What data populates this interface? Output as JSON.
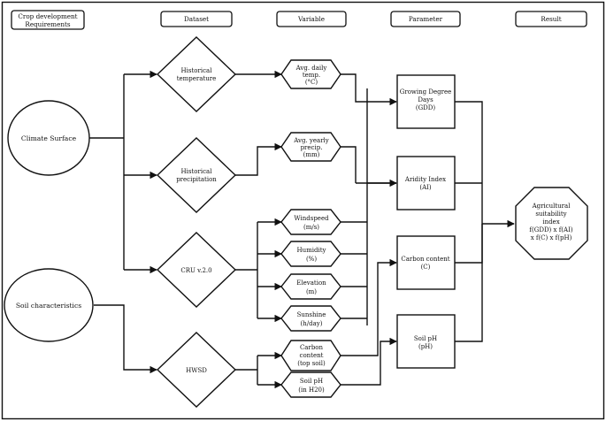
{
  "headers": {
    "requirements": [
      "Crop development",
      "Requirements"
    ],
    "dataset": "Dataset",
    "variable": "Variable",
    "parameter": "Parameter",
    "result": "Result"
  },
  "sources": {
    "climate": "Climate Surface",
    "soil": "Soil characteristics"
  },
  "datasets": {
    "hist_temp": [
      "Historical",
      "temperature"
    ],
    "hist_precip": [
      "Historical",
      "precipitation"
    ],
    "cru": "CRU v.2.0",
    "hwsd": "HWSD"
  },
  "variables": {
    "temp": [
      "Avg. daily",
      "temp.",
      "(°C)"
    ],
    "precip": [
      "Avg. yearly",
      "precip.",
      "(mm)"
    ],
    "wind": [
      "Windspeed",
      "(m/s)"
    ],
    "humidity": [
      "Humidity",
      "(%)"
    ],
    "elevation": [
      "Elevation",
      "(m)"
    ],
    "sunshine": [
      "Sunshine",
      "(h/day)"
    ],
    "carbon": [
      "Carbon",
      "content",
      "(top soil)"
    ],
    "ph": [
      "Soil pH",
      "(in H20)"
    ]
  },
  "parameters": {
    "gdd": [
      "Growing Degree",
      "Days",
      "(GDD)"
    ],
    "ai": [
      "Aridity Index",
      "(AI)"
    ],
    "carbon": [
      "Carbon content",
      "(C)"
    ],
    "ph": [
      "Soil pH",
      "(pH)"
    ]
  },
  "result": [
    "Agricultural",
    "suitability",
    "index",
    "f(GDD) x f(AI)",
    "x f(C) x f(pH)"
  ]
}
